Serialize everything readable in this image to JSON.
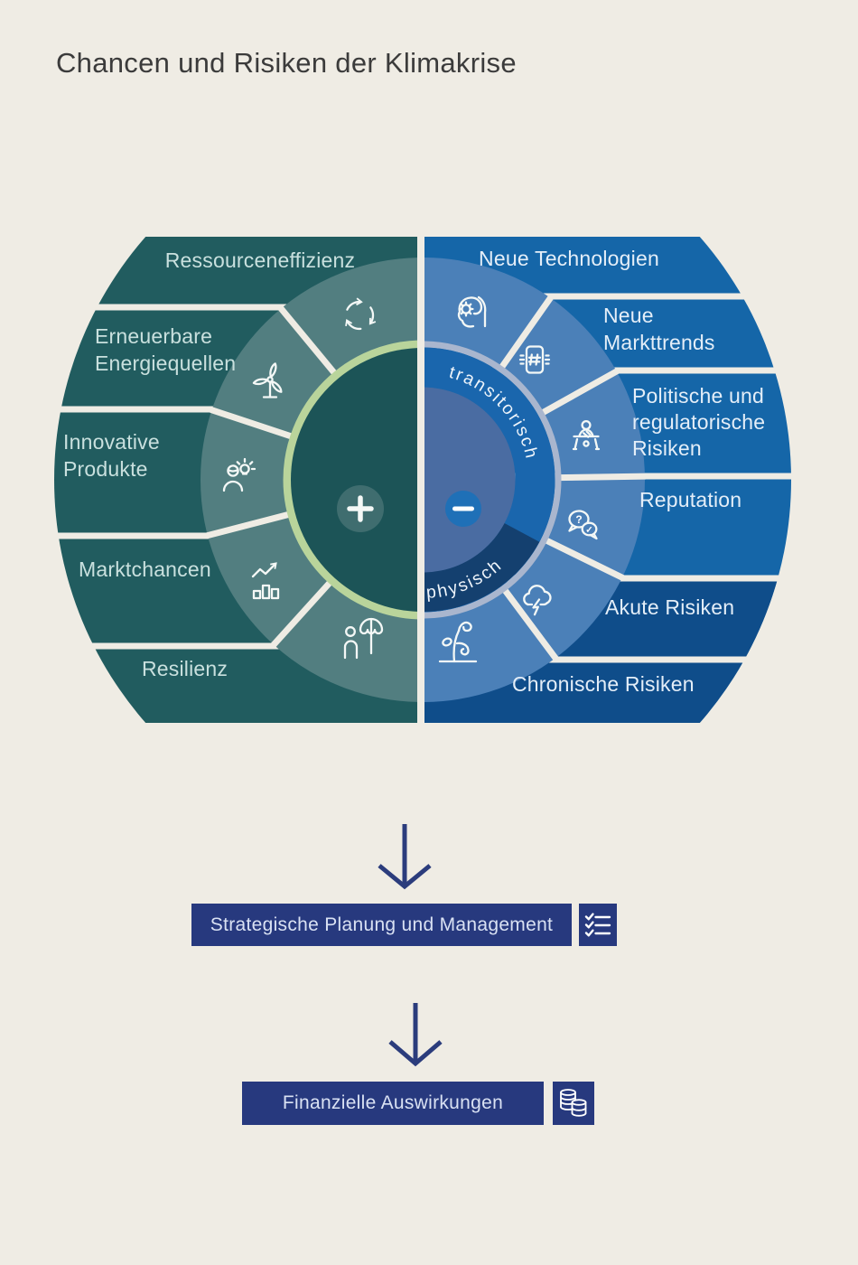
{
  "title": "Chancen und Risiken der Klimakrise",
  "wheel": {
    "plus_symbol": "+",
    "minus_symbol": "−",
    "ring_labels": {
      "transitorisch": "transitorisch",
      "physisch": "physisch"
    },
    "speech_glyphs": {
      "question": "?",
      "check": "✓"
    },
    "left_segments": [
      {
        "lines": [
          "Ressourceneffizienz"
        ],
        "icon": "recycle-icon"
      },
      {
        "lines": [
          "Erneuerbare",
          "Energiequellen"
        ],
        "icon": "wind-turbine-icon"
      },
      {
        "lines": [
          "Innovative",
          "Produkte"
        ],
        "icon": "idea-person-icon"
      },
      {
        "lines": [
          "Marktchancen"
        ],
        "icon": "growth-chart-icon"
      },
      {
        "lines": [
          "Resilienz"
        ],
        "icon": "umbrella-person-icon"
      }
    ],
    "right_segments": [
      {
        "lines": [
          "Neue Technologien"
        ],
        "icon": "ai-head-icon"
      },
      {
        "lines": [
          "Neue",
          "Markttrends"
        ],
        "icon": "phone-hashtag-icon"
      },
      {
        "lines": [
          "Politische und",
          "regulatorische",
          "Risiken"
        ],
        "icon": "podium-person-icon"
      },
      {
        "lines": [
          "Reputation"
        ],
        "icon": "speech-bubbles-icon"
      },
      {
        "lines": [
          "Akute Risiken"
        ],
        "icon": "storm-cloud-icon"
      },
      {
        "lines": [
          "Chronische Risiken"
        ],
        "icon": "wilted-plant-icon"
      }
    ]
  },
  "flow": {
    "step1": {
      "label": "Strategische Planung und Management",
      "icon": "checklist-icon"
    },
    "step2": {
      "label": "Finanzielle Auswirkungen",
      "icon": "coins-icon"
    }
  },
  "colors": {
    "background": "#EFECE4",
    "teal_outer": "#215C5F",
    "teal_ring": "#527E80",
    "teal_inner": "#1C5457",
    "green_ring": "#B9D49B",
    "plus_circle": "#3F6D6F",
    "blue_outer": "#1566A8",
    "blue_ring": "#4B80B8",
    "navy_outer": "#0F4D8A",
    "band_blue": "#1A66AD",
    "band_navy": "#14406F",
    "slate_disc": "#4A6CA2",
    "gray_ring": "#A9B6CE",
    "minus_circle": "#1F70B7",
    "bar_navy": "#27397E",
    "arrow": "#2B3C7C"
  }
}
